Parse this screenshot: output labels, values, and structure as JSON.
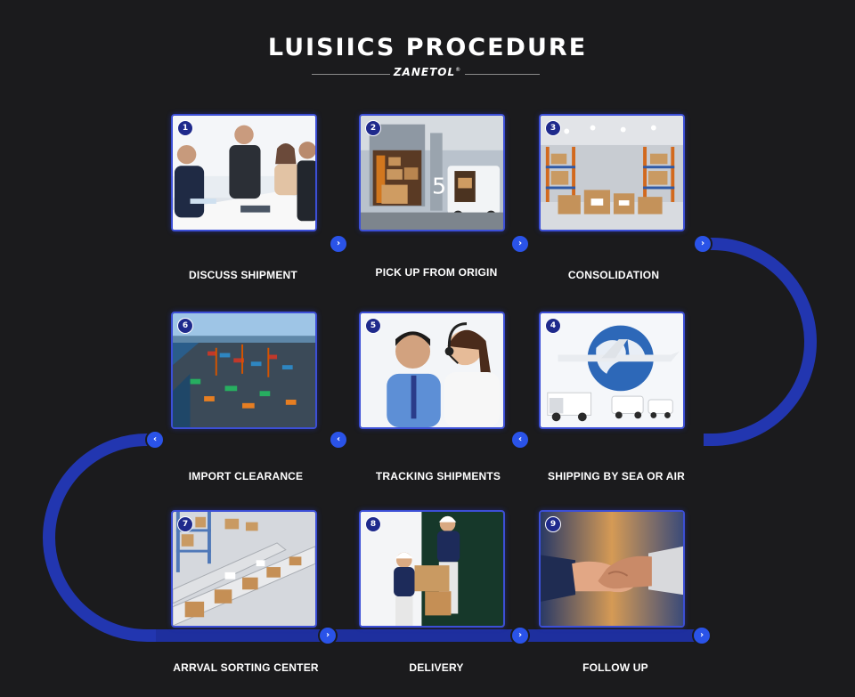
{
  "header": {
    "title": "LUISIICS PROCEDURE",
    "brand": "ZANETOL",
    "brand_mark": "®"
  },
  "colors": {
    "background": "#1b1b1d",
    "path": "#1e2f9e",
    "accent": "#2a53e8",
    "card_border": "#3c4fd6"
  },
  "steps": [
    {
      "number": "1",
      "label": "DISCUSS SHIPMENT",
      "image": "business-meeting-photo"
    },
    {
      "number": "2",
      "label": "PICK UP FROM ORIGIN",
      "image": "loading-dock-van-photo"
    },
    {
      "number": "3",
      "label": "CONSOLIDATION",
      "image": "warehouse-racks-photo"
    },
    {
      "number": "4",
      "label": "SHIPPING BY SEA OR AIR",
      "image": "globe-plane-trucks-photo"
    },
    {
      "number": "5",
      "label": "TRACKING SHIPMENTS",
      "image": "call-center-agents-photo"
    },
    {
      "number": "6",
      "label": "IMPORT CLEARANCE",
      "image": "container-port-photo"
    },
    {
      "number": "7",
      "label": "ARRVAL SORTING CENTER",
      "image": "conveyor-sorting-photo"
    },
    {
      "number": "8",
      "label": "DELIVERY",
      "image": "workers-unloading-truck-photo"
    },
    {
      "number": "9",
      "label": "FOLLOW UP",
      "image": "handshake-photo"
    }
  ],
  "arrows": {
    "right": "›",
    "left": "‹"
  }
}
